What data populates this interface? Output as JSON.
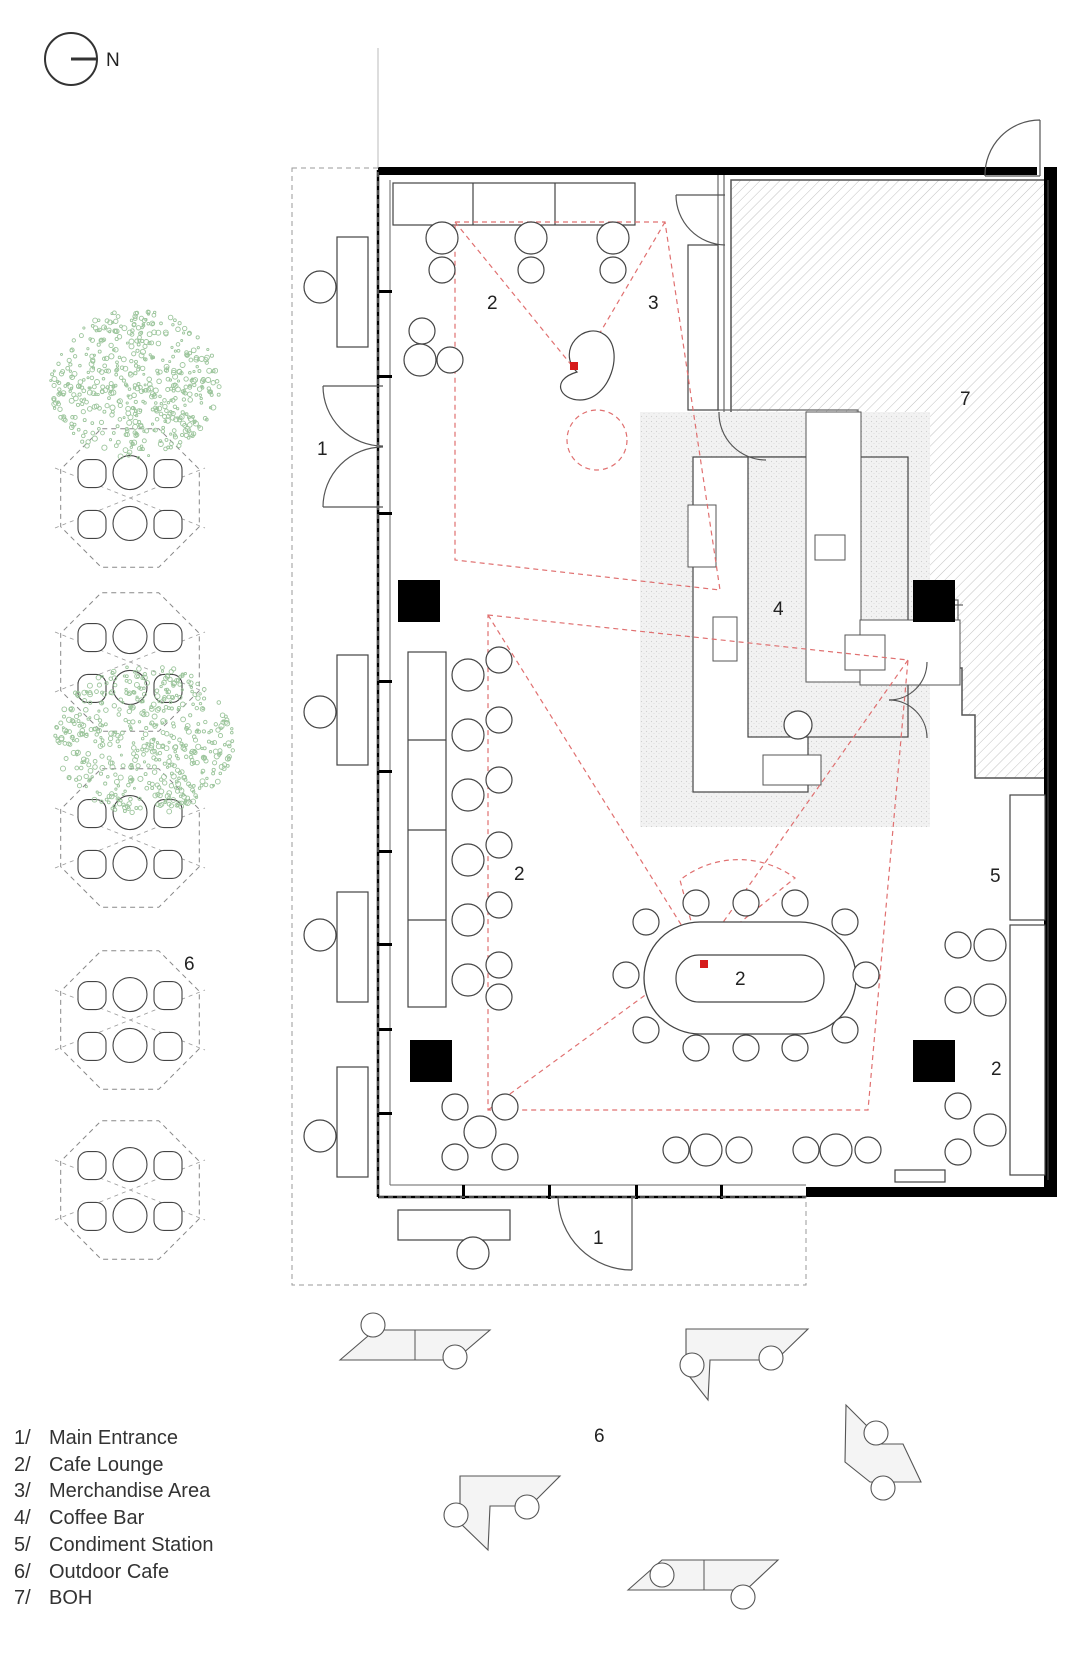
{
  "compass": {
    "label": "N"
  },
  "zone_numbers": [
    {
      "id": "z1a",
      "text": "1"
    },
    {
      "id": "z1b",
      "text": "1"
    },
    {
      "id": "z2a",
      "text": "2"
    },
    {
      "id": "z2b",
      "text": "2"
    },
    {
      "id": "z2c",
      "text": "2"
    },
    {
      "id": "z2d",
      "text": "2"
    },
    {
      "id": "z3",
      "text": "3"
    },
    {
      "id": "z4",
      "text": "4"
    },
    {
      "id": "z5",
      "text": "5"
    },
    {
      "id": "z6a",
      "text": "6"
    },
    {
      "id": "z6b",
      "text": "6"
    },
    {
      "id": "z7",
      "text": "7"
    }
  ],
  "legend": [
    {
      "id": "1/",
      "label": "Main Entrance"
    },
    {
      "id": "2/",
      "label": "Cafe Lounge"
    },
    {
      "id": "3/",
      "label": "Merchandise Area"
    },
    {
      "id": "4/",
      "label": "Coffee Bar"
    },
    {
      "id": "5/",
      "label": "Condiment Station"
    },
    {
      "id": "6/",
      "label": "Outdoor Cafe"
    },
    {
      "id": "7/",
      "label": "BOH"
    }
  ],
  "colors": {
    "wall": "#000000",
    "line": "#444444",
    "dashed": "#888888",
    "red_dashed": "#e07070",
    "hatch": "#bfbfbf",
    "stipple": "#f0f0f0",
    "tree": "#9cc59c",
    "marker": "#d61b1b"
  }
}
